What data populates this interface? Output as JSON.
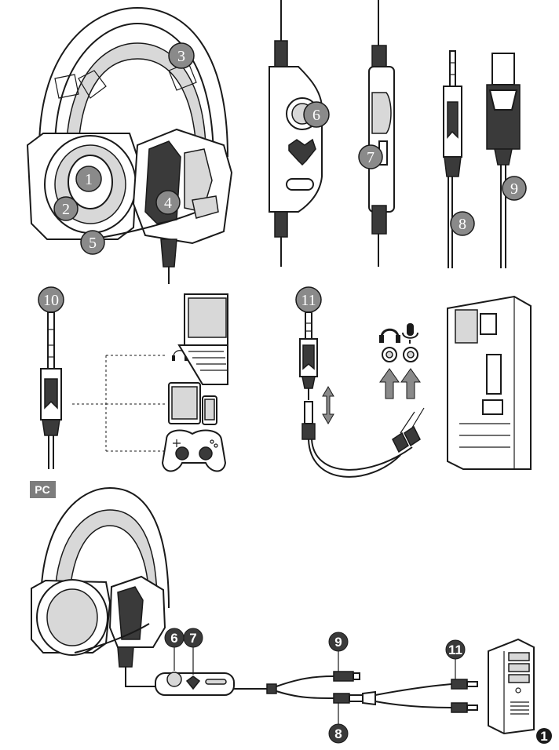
{
  "callouts": {
    "c1": "1",
    "c2": "2",
    "c3": "3",
    "c4": "4",
    "c5": "5",
    "c6": "6",
    "c7": "7",
    "c8": "8",
    "c9": "9",
    "c10": "10",
    "c11": "11",
    "pc6": "6",
    "pc7": "7",
    "pc8": "8",
    "pc9": "9",
    "pc11": "11"
  },
  "pc_label": "PC",
  "page_marker": "1",
  "colors": {
    "line": "#1a1a1a",
    "callout_fill": "#8a8a8a",
    "dark_fill": "#3a3a3a",
    "pc_badge": "#7d7d7d"
  },
  "icons": [
    "headphone-icon",
    "microphone-icon",
    "arrow-up-icon",
    "double-arrow-icon"
  ]
}
